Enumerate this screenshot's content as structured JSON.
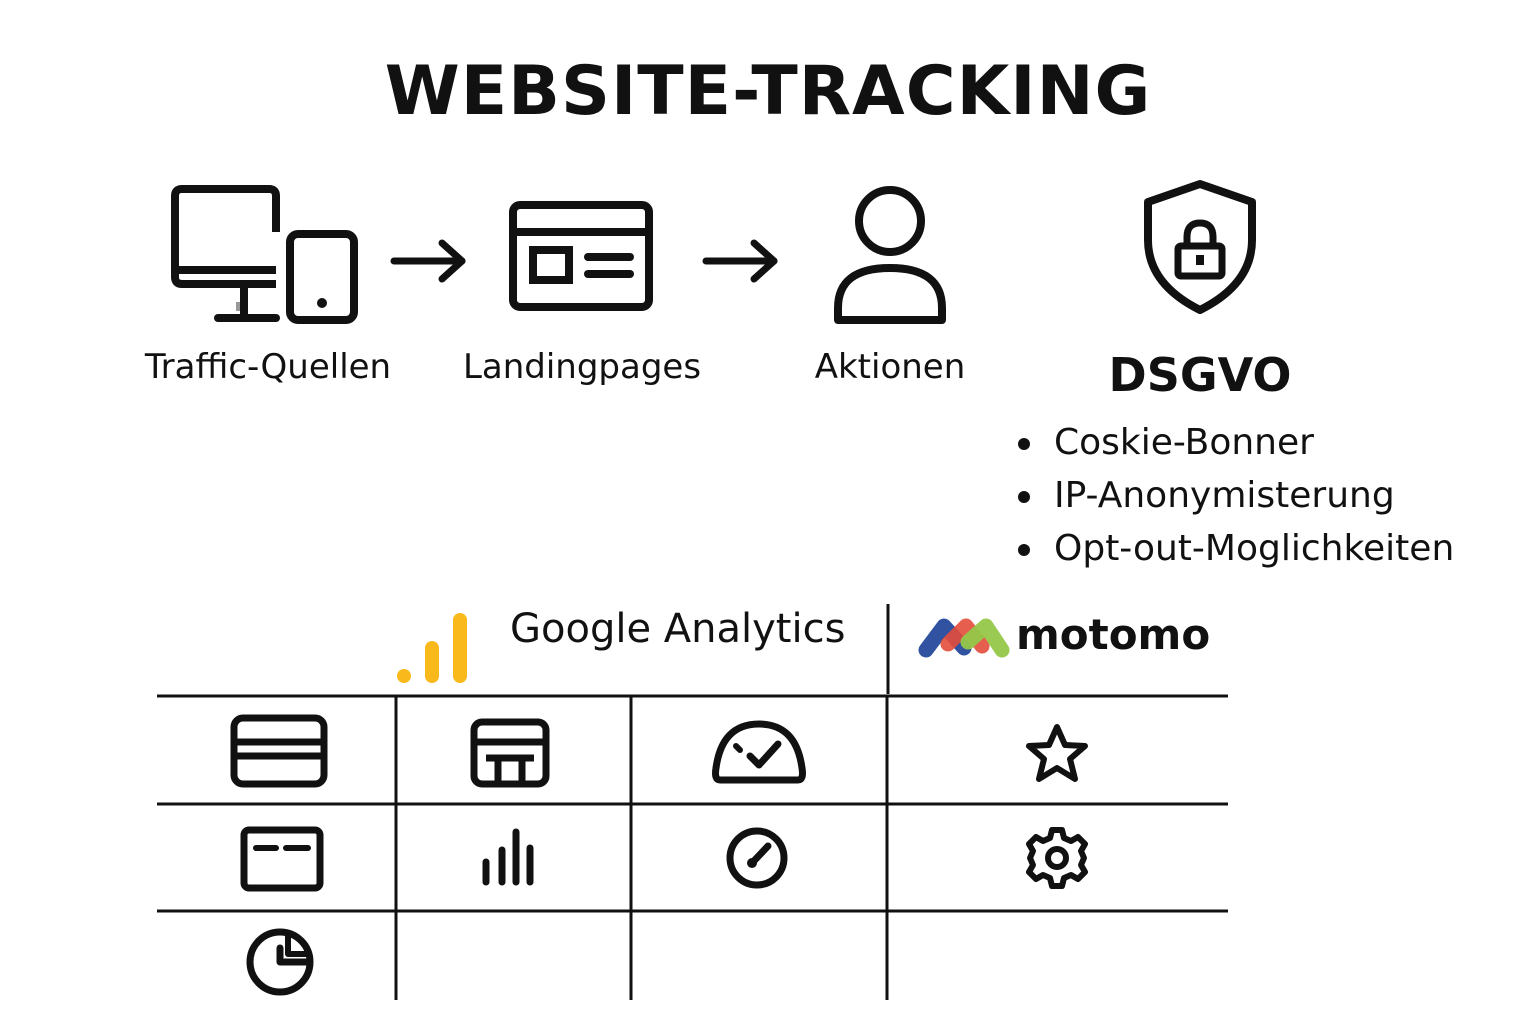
{
  "title": "WEBSITE-TRACKING",
  "flow": [
    {
      "label": "Traffic-Quellen",
      "icon": "devices-icon"
    },
    {
      "label": "Landingpages",
      "icon": "landing-page-icon"
    },
    {
      "label": "Aktionen",
      "icon": "user-icon"
    }
  ],
  "flow_connector_icon": "arrow-right-icon",
  "dsgvo": {
    "icon": "shield-lock-icon",
    "title": "DSGVO",
    "items": [
      "Coskie-Bonner",
      "IP-Anonymisterung",
      "Opt-out-Moglichkeiten"
    ]
  },
  "tools": {
    "google_analytics": {
      "name": "Google Analytics",
      "logo": "google-analytics-logo",
      "color": "#F9B91B"
    },
    "matomo": {
      "name": "motomo",
      "logo": "matomo-logo",
      "colors": [
        "#3152A0",
        "#E34D3B",
        "#95C748"
      ]
    }
  },
  "table_icons": [
    [
      "credit-card-icon",
      "dashboard-layout-icon",
      "speedometer-check-icon",
      "star-icon"
    ],
    [
      "browser-window-icon",
      "bar-chart-icon",
      "gauge-icon",
      "gear-icon"
    ],
    [
      "pie-chart-icon",
      "",
      "",
      ""
    ]
  ]
}
